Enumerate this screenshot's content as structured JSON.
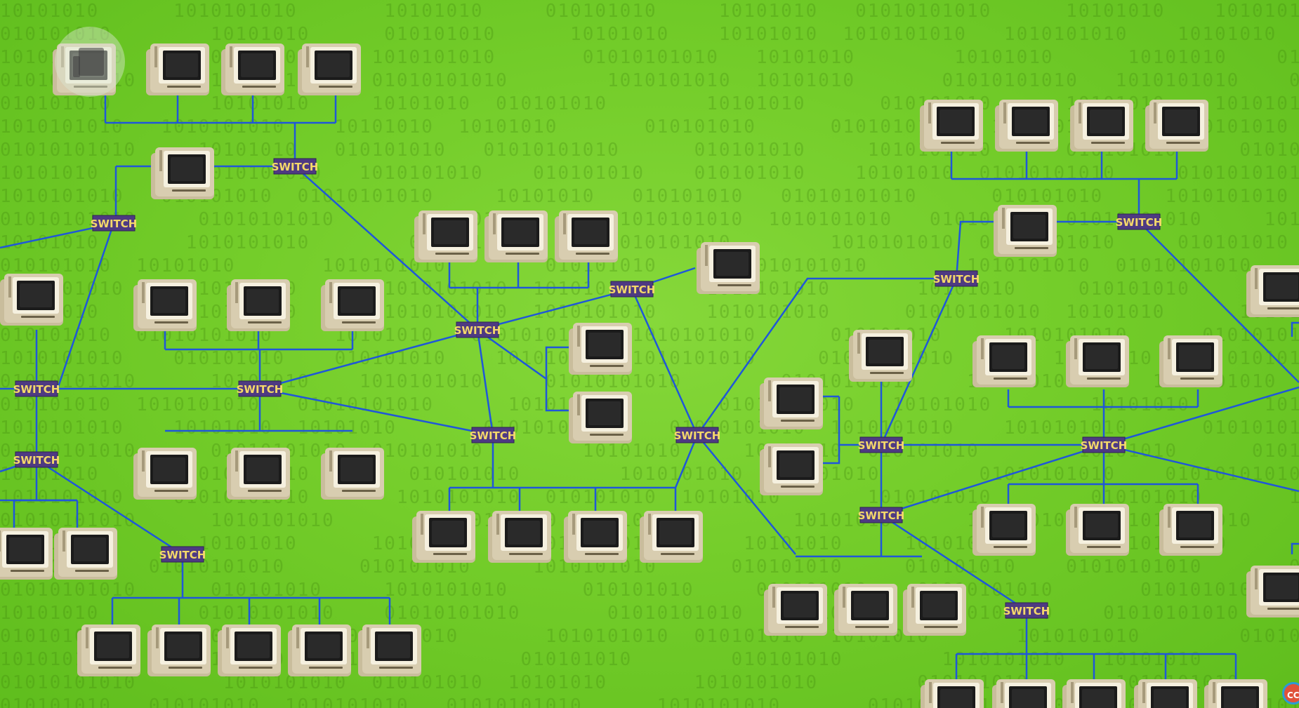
{
  "switch_label": "SWITCH",
  "corner_badge_label": "CC",
  "background_binary": "01010101010",
  "colors": {
    "background": "#74cd2a",
    "cable": "#1f57d9",
    "switch_fill": "#4e3a82",
    "switch_text": "#f4d86a",
    "computer_case": "#d8cdb0",
    "computer_screen": "#1b1b1b"
  },
  "icons": [
    "computer-icon",
    "switch-box",
    "logo-badge"
  ]
}
